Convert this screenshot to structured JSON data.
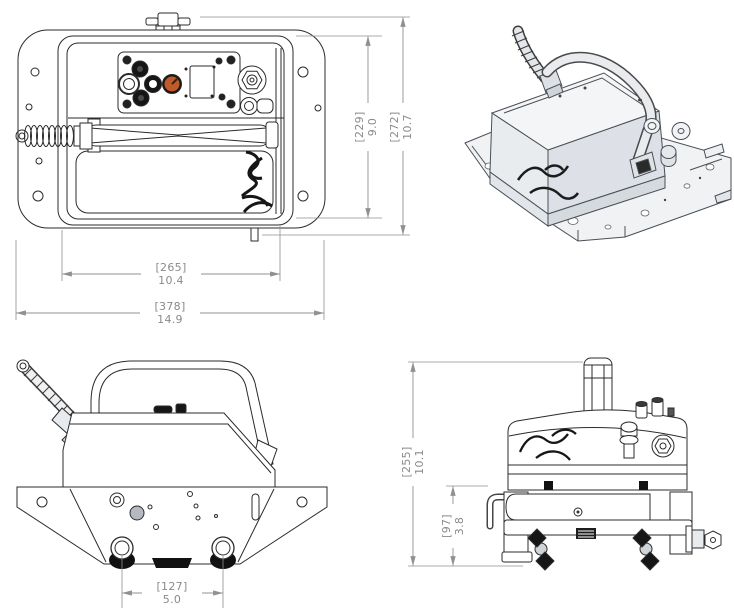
{
  "drawing": {
    "colors": {
      "line": "#2b2b2b",
      "dimension": "#909090",
      "accent_knob_orange": "#c05a28",
      "fill_light": "#f1f3f5",
      "fill_mid": "#e2e5ea"
    },
    "dimensions": {
      "top_view": {
        "inner_height": {
          "mm": "[229]",
          "in": "9.0"
        },
        "overall_height": {
          "mm": "[272]",
          "in": "10.7"
        },
        "inner_width": {
          "mm": "[265]",
          "in": "10.4"
        },
        "overall_width": {
          "mm": "[378]",
          "in": "14.9"
        }
      },
      "front_view": {
        "wheel_track": {
          "mm": "[127]",
          "in": "5.0"
        }
      },
      "side_view": {
        "overall_height": {
          "mm": "[255]",
          "in": "10.1"
        },
        "carriage_height": {
          "mm": "[97]",
          "in": "3.8"
        }
      }
    }
  }
}
